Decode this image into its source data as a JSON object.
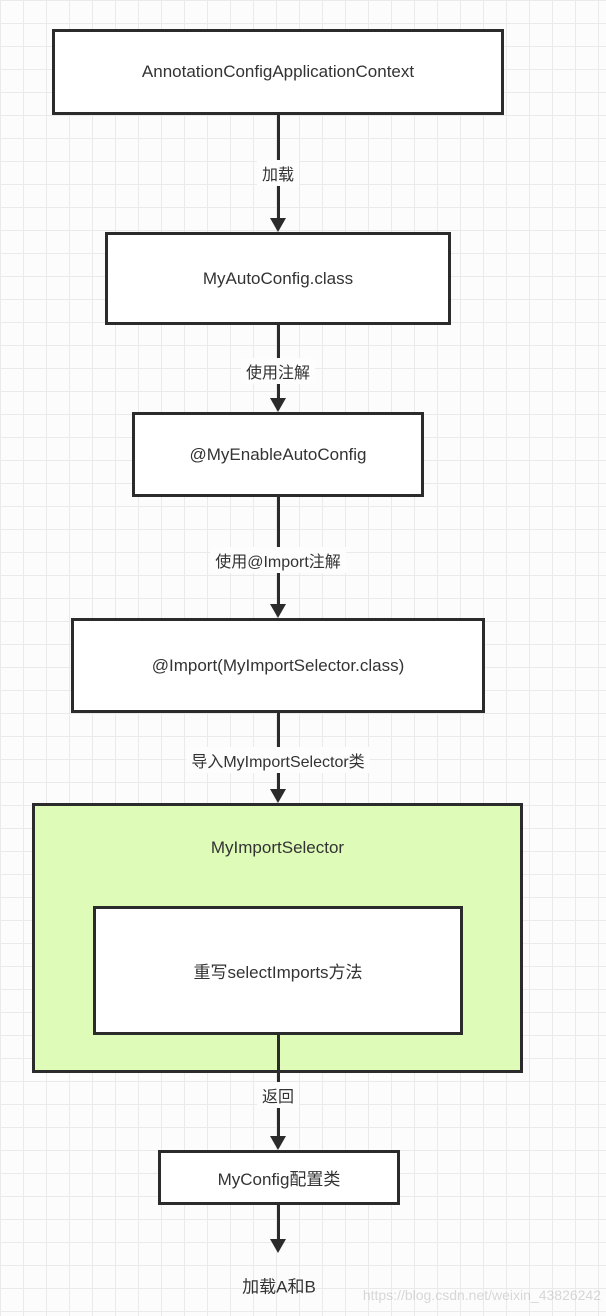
{
  "colors": {
    "background": "#fcfcfc",
    "grid_minor": "#eaeaea",
    "grid_major": "#e0e0e0",
    "node_border": "#2b2b2b",
    "node_fill": "#ffffff",
    "highlight_fill": "#defbb8",
    "arrow": "#2b2b2b",
    "text": "#333333",
    "watermark": "#aaaaaa"
  },
  "nodes": {
    "context": {
      "id": "context",
      "label": "AnnotationConfigApplicationContext",
      "type": "box"
    },
    "autoconfig": {
      "id": "autoconfig",
      "label": "MyAutoConfig.class",
      "type": "box"
    },
    "enable": {
      "id": "enable",
      "label": "@MyEnableAutoConfig",
      "type": "box"
    },
    "import": {
      "id": "import",
      "label": "@Import(MyImportSelector.class)",
      "type": "box"
    },
    "selector": {
      "id": "selector",
      "label": "MyImportSelector",
      "type": "highlight-container",
      "contains": "override"
    },
    "override": {
      "id": "override",
      "label": "重写selectImports方法",
      "type": "box"
    },
    "myconfig": {
      "id": "myconfig",
      "label": "MyConfig配置类",
      "type": "box"
    },
    "result": {
      "id": "result",
      "label": "加载A和B",
      "type": "text"
    }
  },
  "edges": {
    "load": {
      "from": "context",
      "to": "autoconfig",
      "label": "加载"
    },
    "use_annotation": {
      "from": "autoconfig",
      "to": "enable",
      "label": "使用注解"
    },
    "use_import": {
      "from": "enable",
      "to": "import",
      "label": "使用@Import注解"
    },
    "import_selector": {
      "from": "import",
      "to": "selector",
      "label": "导入MyImportSelector类"
    },
    "return": {
      "from": "selector",
      "to": "myconfig",
      "label": "返回"
    },
    "final": {
      "from": "myconfig",
      "to": "result",
      "label": ""
    }
  },
  "watermark": {
    "text": "https://blog.csdn.net/weixin_43826242"
  }
}
